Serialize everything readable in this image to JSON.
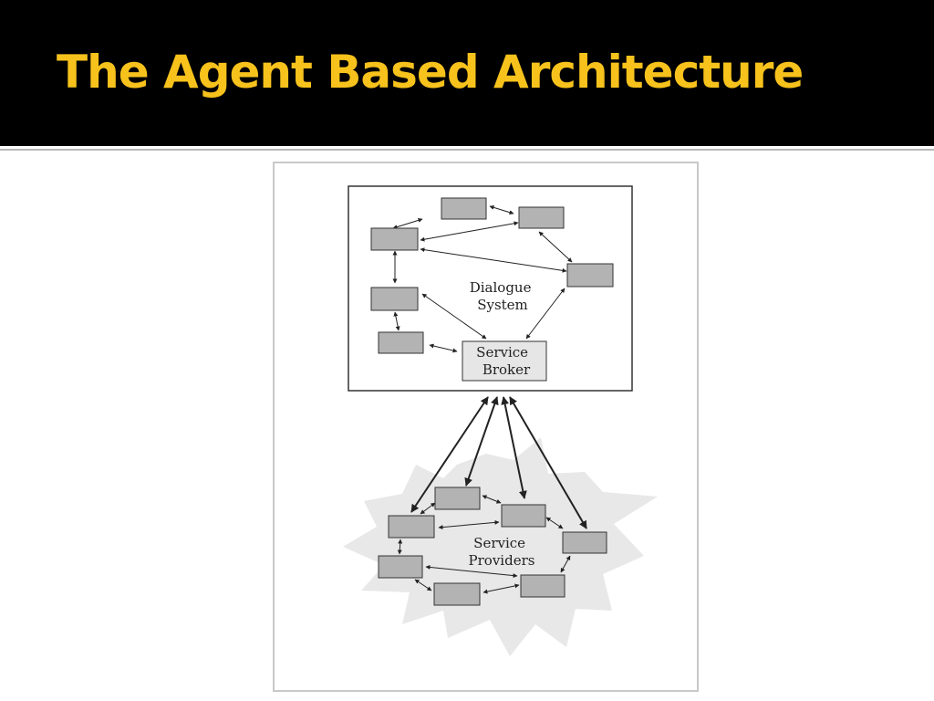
{
  "slide": {
    "title": "The Agent Based Architecture"
  },
  "diagram": {
    "dialogue_system_label": [
      "Dialogue",
      "System"
    ],
    "service_broker_label": [
      "Service",
      "Broker"
    ],
    "service_providers_label": [
      "Service",
      "Providers"
    ]
  },
  "colors": {
    "title_bar": "#000000",
    "title_text": "#f7c21c",
    "agent_box_fill": "#b3b3b3",
    "broker_fill": "#e6e6e6",
    "cloud_fill": "#e8e8e8"
  }
}
